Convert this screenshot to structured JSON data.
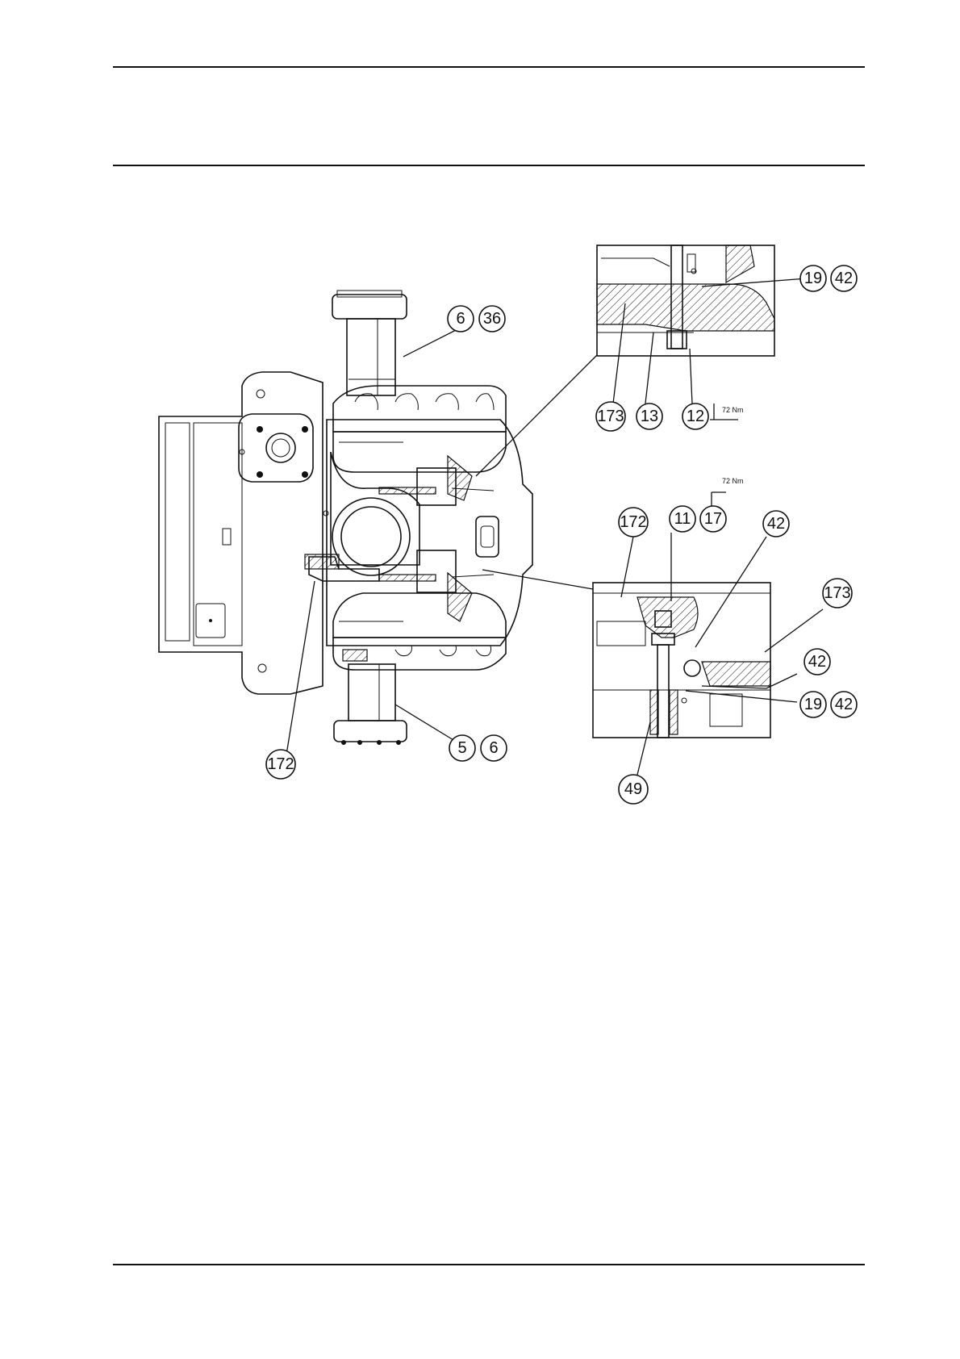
{
  "callouts": {
    "main_6a": "6",
    "main_36": "36",
    "main_5": "5",
    "main_6b": "6",
    "main_172": "172",
    "top_19": "19",
    "top_42": "42",
    "top_173": "173",
    "top_13": "13",
    "top_12": "12",
    "bot_172": "172",
    "bot_11": "11",
    "bot_17": "17",
    "bot_42a": "42",
    "bot_173": "173",
    "bot_42b": "42",
    "bot_19": "19",
    "bot_42c": "42",
    "bot_49": "49"
  },
  "torque": {
    "top": "72 Nm",
    "bottom": "72 Nm"
  }
}
